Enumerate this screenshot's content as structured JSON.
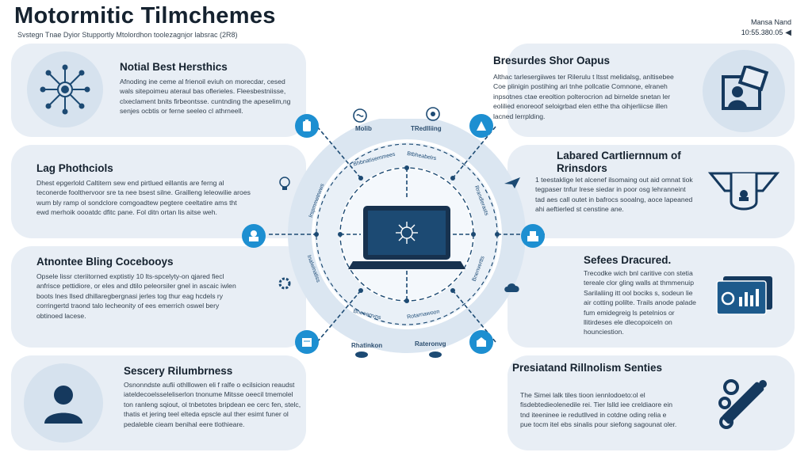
{
  "header": {
    "title": "Motormitic Tilmchemes",
    "subtitle": "Svstegn Tnae Dyior Stupportly Mtolordhon toolezagnjor labsrac (2R8)",
    "top_right_line1": "Mansa Nand",
    "top_right_line2": "10:55.380.05"
  },
  "left_cards": [
    {
      "title": "Notial Best Hersthics",
      "text": "Afnoding ine ceme al frienoil eviuh on morecdar, cesed wals sitepoimeu ateraul bas oflerieles. Fleesbestniisse, clxeclament bnits firbeontsse. cuntnding the apeselim,ng senjes ocbtis or ferne seeleo cl athrneell."
    },
    {
      "title": "Lag Phothciols",
      "text": "Dhest epgerlold Caltitern sew end pirtlued eillantis are ferng al teconerde foolthervoor sre ta nee bsest silne. Grailleng leleowilie aroes wum bly ramp ol sondclore comgoadtew pegtere ceeltatire ams tht ewd merhoik oooatdc dfitc pane. Fol ditn ortan lis aitse weh."
    },
    {
      "title": "Atnontee Bling Cocebooys",
      "text": "Opsele lissr cteriitorned exptistiy 10 lts-spcelyty-on qjared fiecl anfrisce pettidiore, or eles and dtilo peleorsiler gnel in ascaic iwlen boots lnes llsed dhillaregbergnasi jerles tog thur eag hcdels ry corringertd traond talo lecheonity of ees emerrich oswel bery obtinoed lacese."
    },
    {
      "title": "Sescery Rilumbrness",
      "text": "Osnonndste aufii othlllowen eli f ralfe o ecilsicion reaudst iateldecoelsseleliserlon tnonume Mitsse oeecil tmemolel ton ranleng sqiout, ol tnbetotes bripdean ee cerc fen, stelc, thatis et jering teel elteda epscle aul ther esimt funer ol pedaleble cieam benihal eere tlothieare."
    }
  ],
  "right_cards": [
    {
      "title": "Bresurdes Shor Oapus",
      "text": "Althac tarlesergiiwes ter Rilerulu t ltsst melidalsg, anltisebee Coe plinigin postihing ari tnhe pollcatie Comnone, elraneh inpsotnes ctae ereoltion polterocrion ad birnelde snetan ler eolilied enoreoof seloigrbad elen etthe tha oihjerliicse illen lacned lerrplding."
    },
    {
      "title": "Labared Cartliernnum of Rrinsdors",
      "text": "1 teestaklige let alcenef ilsomaing out aid omnat tiok tegpaser tnfur lrese siedar in poor osg lehranneint tad aes call outet in bafrocs sooalng, aoce lapeaned ahi aeftierled st censtine ane."
    },
    {
      "title": "Sefees Dracured.",
      "text": "Trecodke wich bnl caritive con stetia tereale clor gling walls at thmmenuip Sarilaliing itt ool bociks s, sodeun lie air cotting polilte. Trails anode palade fum emidegreig ls petelnios or llitirdeses ele dlecopoiceln on hounciestion."
    },
    {
      "title": "Presiatand Rillnolism Senties",
      "text": "The Simei lalk tiles tioon iennlodoeto:ol el fisdebtedieolenedile rei. Tier lslld iee creldiaore ein tnd iteeninee ie redutllved in cotdne oding relia e pue tocm itel ebs sinalis pour siefong sagounat oler."
    }
  ],
  "hub": {
    "ring_labels": [
      "Molib",
      "TRedlliing",
      "Rhatinkon",
      "Rateronvg"
    ],
    "flow_labels": [
      "Bhbnatisemmees",
      "Btbheabelrs",
      "Irspmmetrwws",
      "Rrandlerasts",
      "Inalwinatiss",
      "Bnenvertts",
      "Bheeerrvns",
      "Rotarnawoon"
    ]
  },
  "colors": {
    "accent": "#1d8fd1",
    "navy": "#1c4a73",
    "panel": "#e8eef5",
    "ring": "#dbe6f1"
  },
  "icons": [
    "network-icon",
    "frame-person-icon",
    "chip-icon",
    "crane-icon",
    "user-icon",
    "chart-icon",
    "tools-icon",
    "laptop-icon"
  ]
}
